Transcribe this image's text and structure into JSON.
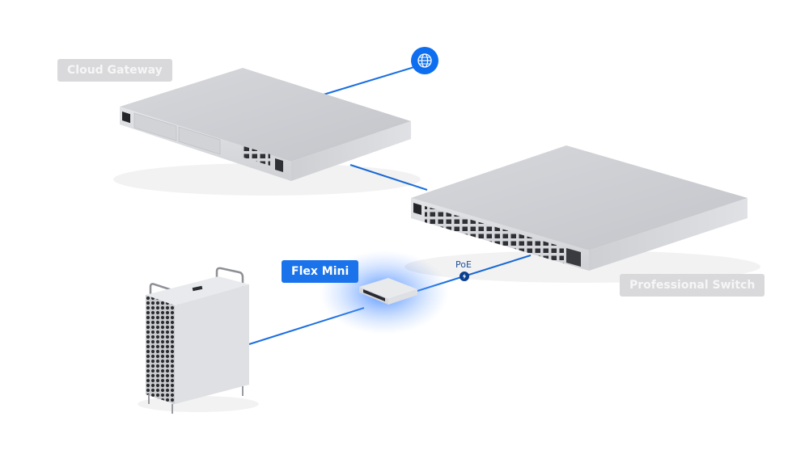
{
  "diagram": {
    "title": "Network topology",
    "colors": {
      "link": "#1a6fe0",
      "accent": "#1a73ea",
      "label_gray_bg": "#d9d9dc",
      "label_gray_text": "#f6f6f7",
      "poe_badge": "#0a3f8f"
    },
    "nodes": [
      {
        "id": "internet",
        "icon": "globe-icon",
        "label": ""
      },
      {
        "id": "cloud-gateway",
        "label": "Cloud Gateway",
        "style": "gray"
      },
      {
        "id": "professional-switch",
        "label": "Professional Switch",
        "style": "gray"
      },
      {
        "id": "flex-mini",
        "label": "Flex Mini",
        "style": "blue",
        "highlighted": true
      },
      {
        "id": "workstation",
        "label": ""
      }
    ],
    "links": [
      {
        "from": "cloud-gateway",
        "to": "internet",
        "label": ""
      },
      {
        "from": "cloud-gateway",
        "to": "professional-switch",
        "label": ""
      },
      {
        "from": "professional-switch",
        "to": "flex-mini",
        "label": "PoE",
        "icon": "lightning-icon"
      },
      {
        "from": "flex-mini",
        "to": "workstation",
        "label": ""
      }
    ]
  },
  "labels": {
    "cloud_gateway": "Cloud Gateway",
    "flex_mini": "Flex Mini",
    "professional_switch": "Professional Switch",
    "poe": "PoE"
  }
}
